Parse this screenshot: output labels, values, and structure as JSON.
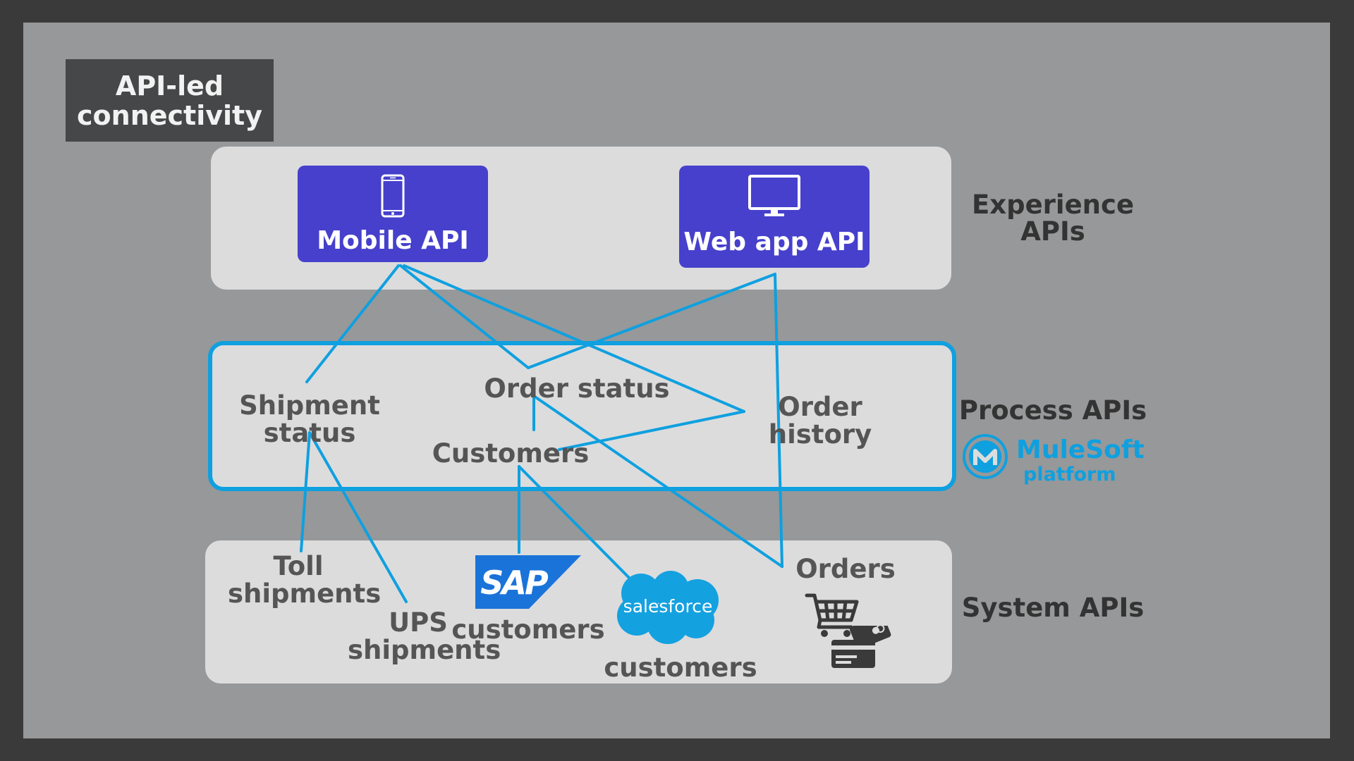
{
  "title": "API-led connectivity",
  "tiers": {
    "experience": {
      "label_line1": "Experience",
      "label_line2": "APIs"
    },
    "process": {
      "label": "Process APIs"
    },
    "system": {
      "label": "System APIs"
    }
  },
  "brand": {
    "name_prefix": "Mule",
    "name_suffix": "Soft",
    "sub": "platform",
    "color": "#0fa0df"
  },
  "experience_apis": {
    "mobile": {
      "label": "Mobile API",
      "icon": "smartphone-icon"
    },
    "web": {
      "label": "Web app API",
      "icon": "monitor-icon"
    }
  },
  "process_apis": {
    "shipment_status": {
      "line1": "Shipment",
      "line2": "status"
    },
    "order_status": {
      "label": "Order status"
    },
    "customers": {
      "label": "Customers"
    },
    "order_history": {
      "line1": "Order",
      "line2": "history"
    }
  },
  "system_apis": {
    "toll": {
      "line1": "Toll",
      "line2": "shipments"
    },
    "ups": {
      "line1": "UPS",
      "line2": "shipments"
    },
    "sap": {
      "logo": "SAP",
      "label": "customers"
    },
    "salesforce": {
      "logo": "salesforce",
      "label": "customers"
    },
    "orders": {
      "label": "Orders",
      "icons": [
        "shopping-cart-icon",
        "credit-card-icon"
      ]
    }
  },
  "colors": {
    "connector": "#0fa0df",
    "api_card": "#4640cc",
    "sap_blue": "#1a73d9",
    "salesforce_blue": "#14a1e0"
  }
}
